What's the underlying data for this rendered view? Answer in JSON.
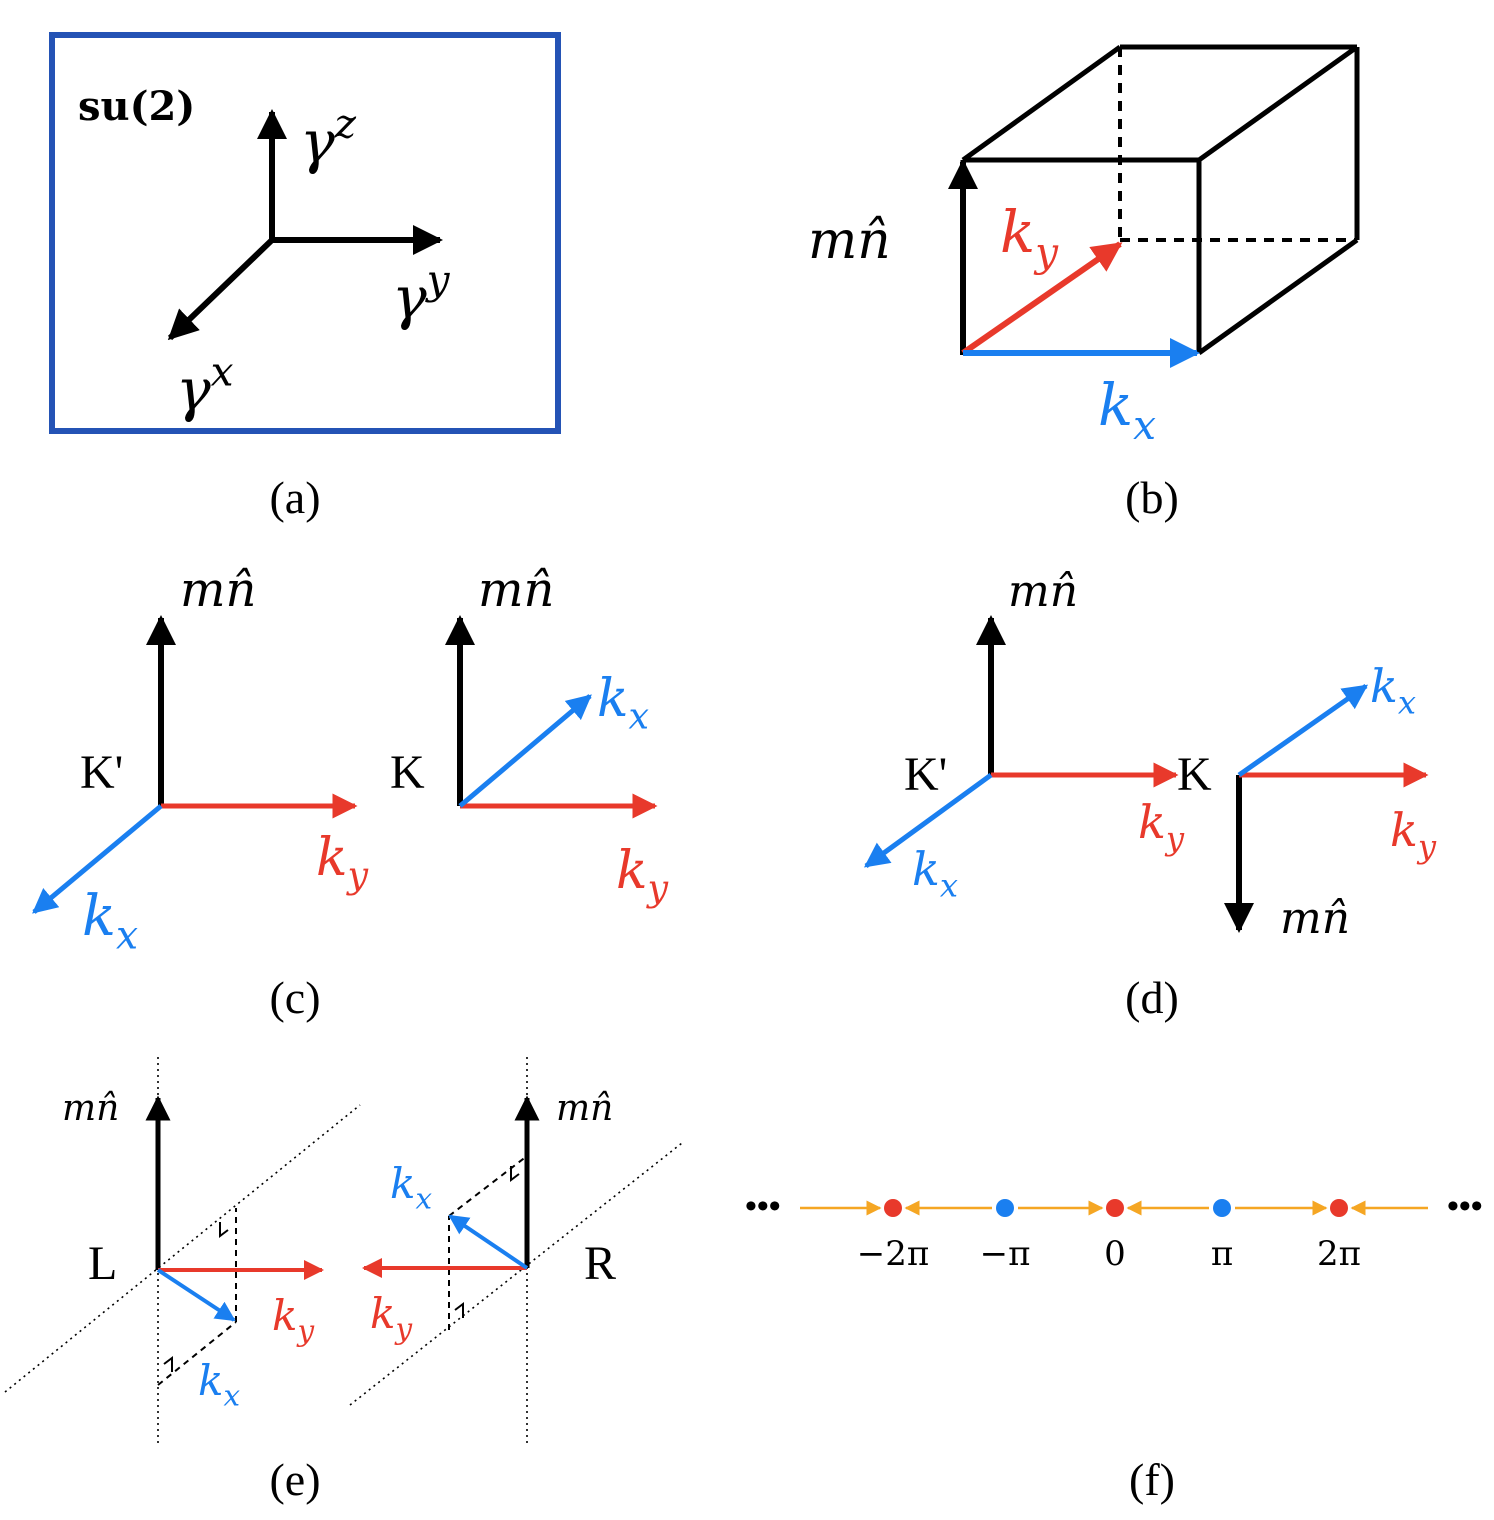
{
  "colors": {
    "black": "#000000",
    "red": "#e8392b",
    "blue": "#1a7ff0",
    "orange": "#f5a623",
    "frame": "#2453b5"
  },
  "panel_a": {
    "caption": "(a)",
    "algebra_label": "su(2)",
    "axis_z": "γz",
    "axis_y": "γy",
    "axis_x": "γx"
  },
  "panel_b": {
    "caption": "(b)",
    "mass_label": "mn̂",
    "ky_label": "ky",
    "kx_label": "kx"
  },
  "panel_c": {
    "caption": "(c)",
    "left": {
      "valley": "K'",
      "mass_label": "mn̂",
      "ky_label": "ky",
      "kx_label": "kx"
    },
    "right": {
      "valley": "K",
      "mass_label": "mn̂",
      "ky_label": "ky",
      "kx_label": "kx"
    }
  },
  "panel_d": {
    "caption": "(d)",
    "left": {
      "valley": "K'",
      "mass_label": "mn̂",
      "ky_label": "ky",
      "kx_label": "kx"
    },
    "right": {
      "valley": "K",
      "mass_label": "mn̂",
      "ky_label": "ky",
      "kx_label": "kx"
    }
  },
  "panel_e": {
    "caption": "(e)",
    "left": {
      "valley": "L",
      "mass_label": "mn̂",
      "ky_label": "ky",
      "kx_label": "kx"
    },
    "right": {
      "valley": "R",
      "mass_label": "mn̂",
      "ky_label": "ky",
      "kx_label": "kx"
    }
  },
  "panel_f": {
    "caption": "(f)",
    "ellipsis": "•••",
    "points": [
      {
        "label": "−2π",
        "color": "red"
      },
      {
        "label": "−π",
        "color": "blue"
      },
      {
        "label": "0",
        "color": "red"
      },
      {
        "label": "π",
        "color": "blue"
      },
      {
        "label": "2π",
        "color": "red"
      }
    ],
    "flow_directions": [
      "right",
      "left",
      "right",
      "left",
      "right",
      "left"
    ]
  }
}
